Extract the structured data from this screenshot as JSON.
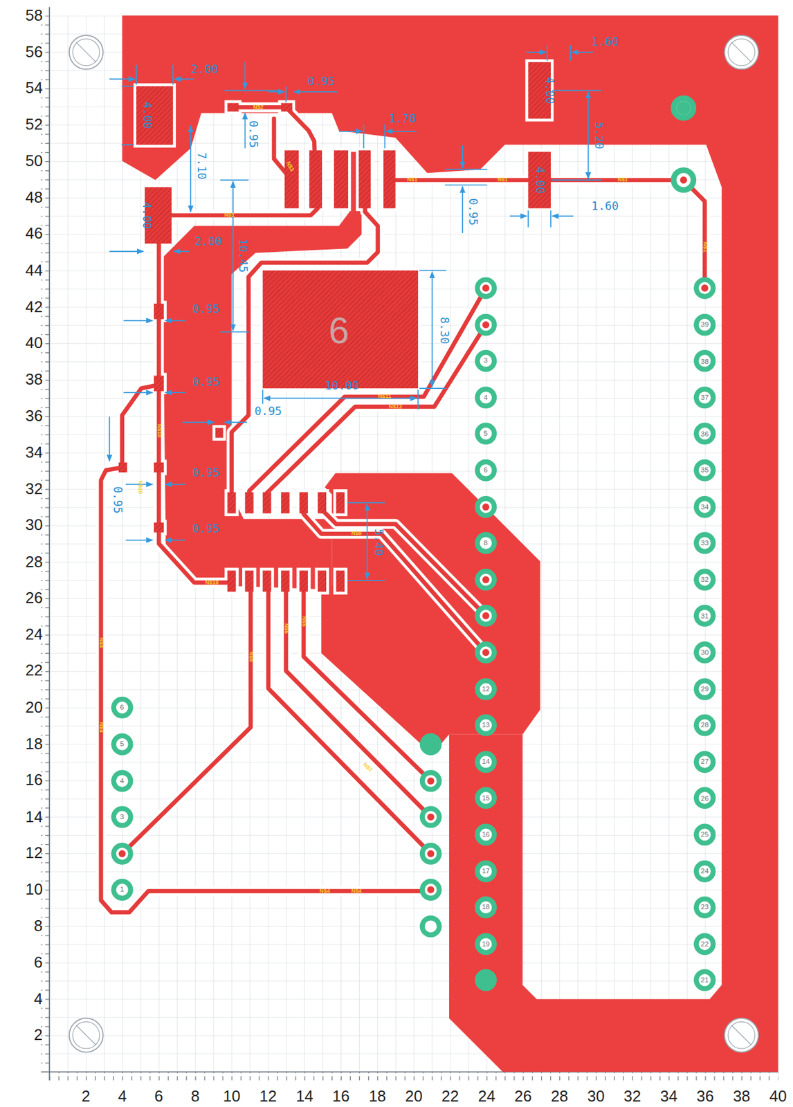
{
  "diagram": {
    "labels": [
      "58",
      "56",
      "54",
      "52",
      "50",
      "48",
      "46",
      "44",
      "42",
      "40",
      "38",
      "36",
      "34",
      "32",
      "30",
      "28",
      "26",
      "24",
      "22",
      "20",
      "18",
      "16",
      "14",
      "12",
      "10",
      "8",
      "6",
      "4",
      "2",
      "2",
      "4",
      "6",
      "8",
      "10",
      "12",
      "14",
      "16",
      "18",
      "20",
      "22",
      "24",
      "26",
      "28",
      "30",
      "32",
      "34",
      "36",
      "38",
      "40",
      "2.00",
      "4.00",
      "0.95",
      "0.95",
      "7.10",
      "4.00",
      "2.00",
      "10.45",
      "1.78",
      "1.60",
      "4.00",
      "5.20",
      "4.00",
      "1.60",
      "0.95",
      "0.95",
      "0.95",
      "0.95",
      "0.95",
      "0.95",
      "0.95",
      "8.30",
      "10.00",
      "5.40",
      "6",
      "3",
      "4",
      "5",
      "6",
      "8",
      "12",
      "13",
      "14",
      "15",
      "16",
      "17",
      "18",
      "19",
      "39",
      "38",
      "37",
      "36",
      "35",
      "34",
      "33",
      "32",
      "31",
      "30",
      "29",
      "28",
      "27",
      "26",
      "25",
      "24",
      "23",
      "22",
      "21",
      "6",
      "5",
      "4",
      "3",
      "1",
      "N$2",
      "N$3",
      "N$1",
      "N$1",
      "N$1",
      "N$1",
      "N$1",
      "N$10",
      "N$10",
      "N$10",
      "N$11",
      "N$12",
      "N$4",
      "N$4",
      "N$4",
      "N$4",
      "N$9",
      "N$5",
      "N$6",
      "N$8",
      "N$7"
    ]
  }
}
